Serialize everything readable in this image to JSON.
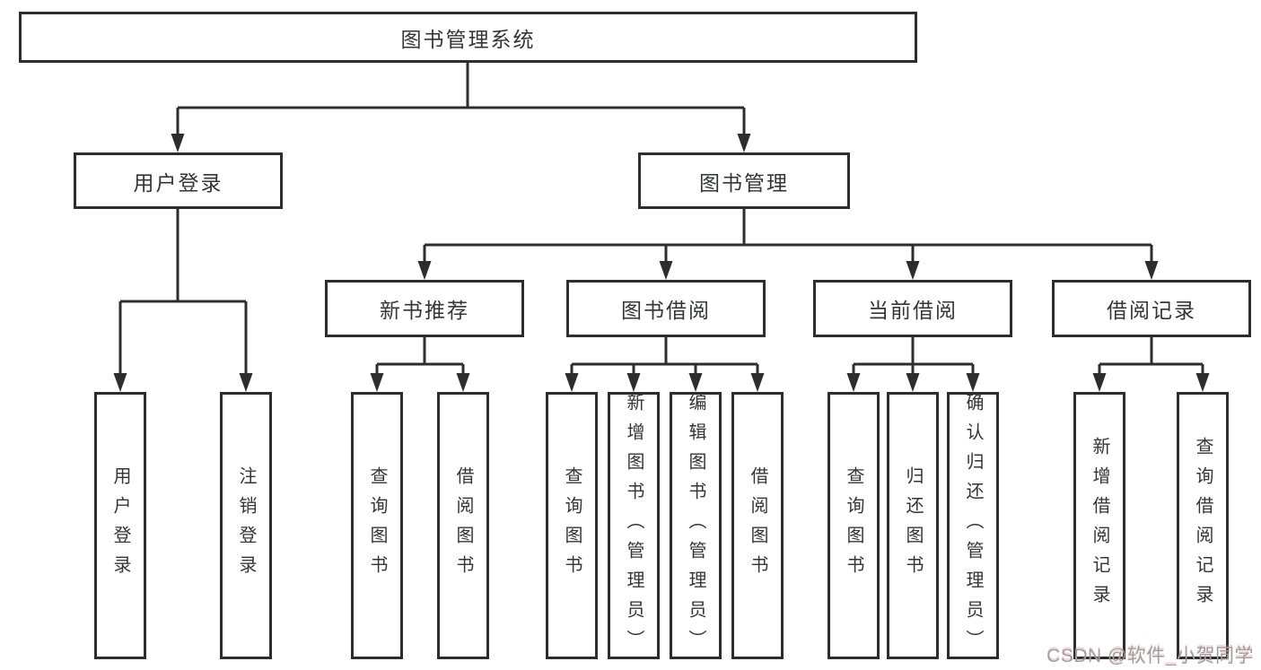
{
  "diagram": {
    "root": "图书管理系统",
    "level1": {
      "user_login": "用户登录",
      "book_mgmt": "图书管理"
    },
    "level2": {
      "new_book": "新书推荐",
      "book_borrow": "图书借阅",
      "current_borrow": "当前借阅",
      "borrow_records": "借阅记录"
    },
    "leaves": {
      "user_login": "用户登录",
      "logout": "注销登录",
      "nb_query_books": "查询图书",
      "nb_borrow_books": "借阅图书",
      "bb_query_books": "查询图书",
      "bb_add_books_admin": "新增图书（管理员）",
      "bb_edit_books_admin": "编辑图书（管理员）",
      "bb_borrow_books": "借阅图书",
      "cb_query_books": "查询图书",
      "cb_return_books": "归还图书",
      "cb_confirm_return_admin": "确认归还（管理员）",
      "br_add_record": "新增借阅记录",
      "br_query_record": "查询借阅记录"
    }
  },
  "watermark": {
    "text": "CSDN @软件_小贺同学"
  },
  "colors": {
    "line": "#2d2d2d",
    "text": "#34353a",
    "watermark": "#9e9e9e",
    "background": "#ffffff"
  }
}
